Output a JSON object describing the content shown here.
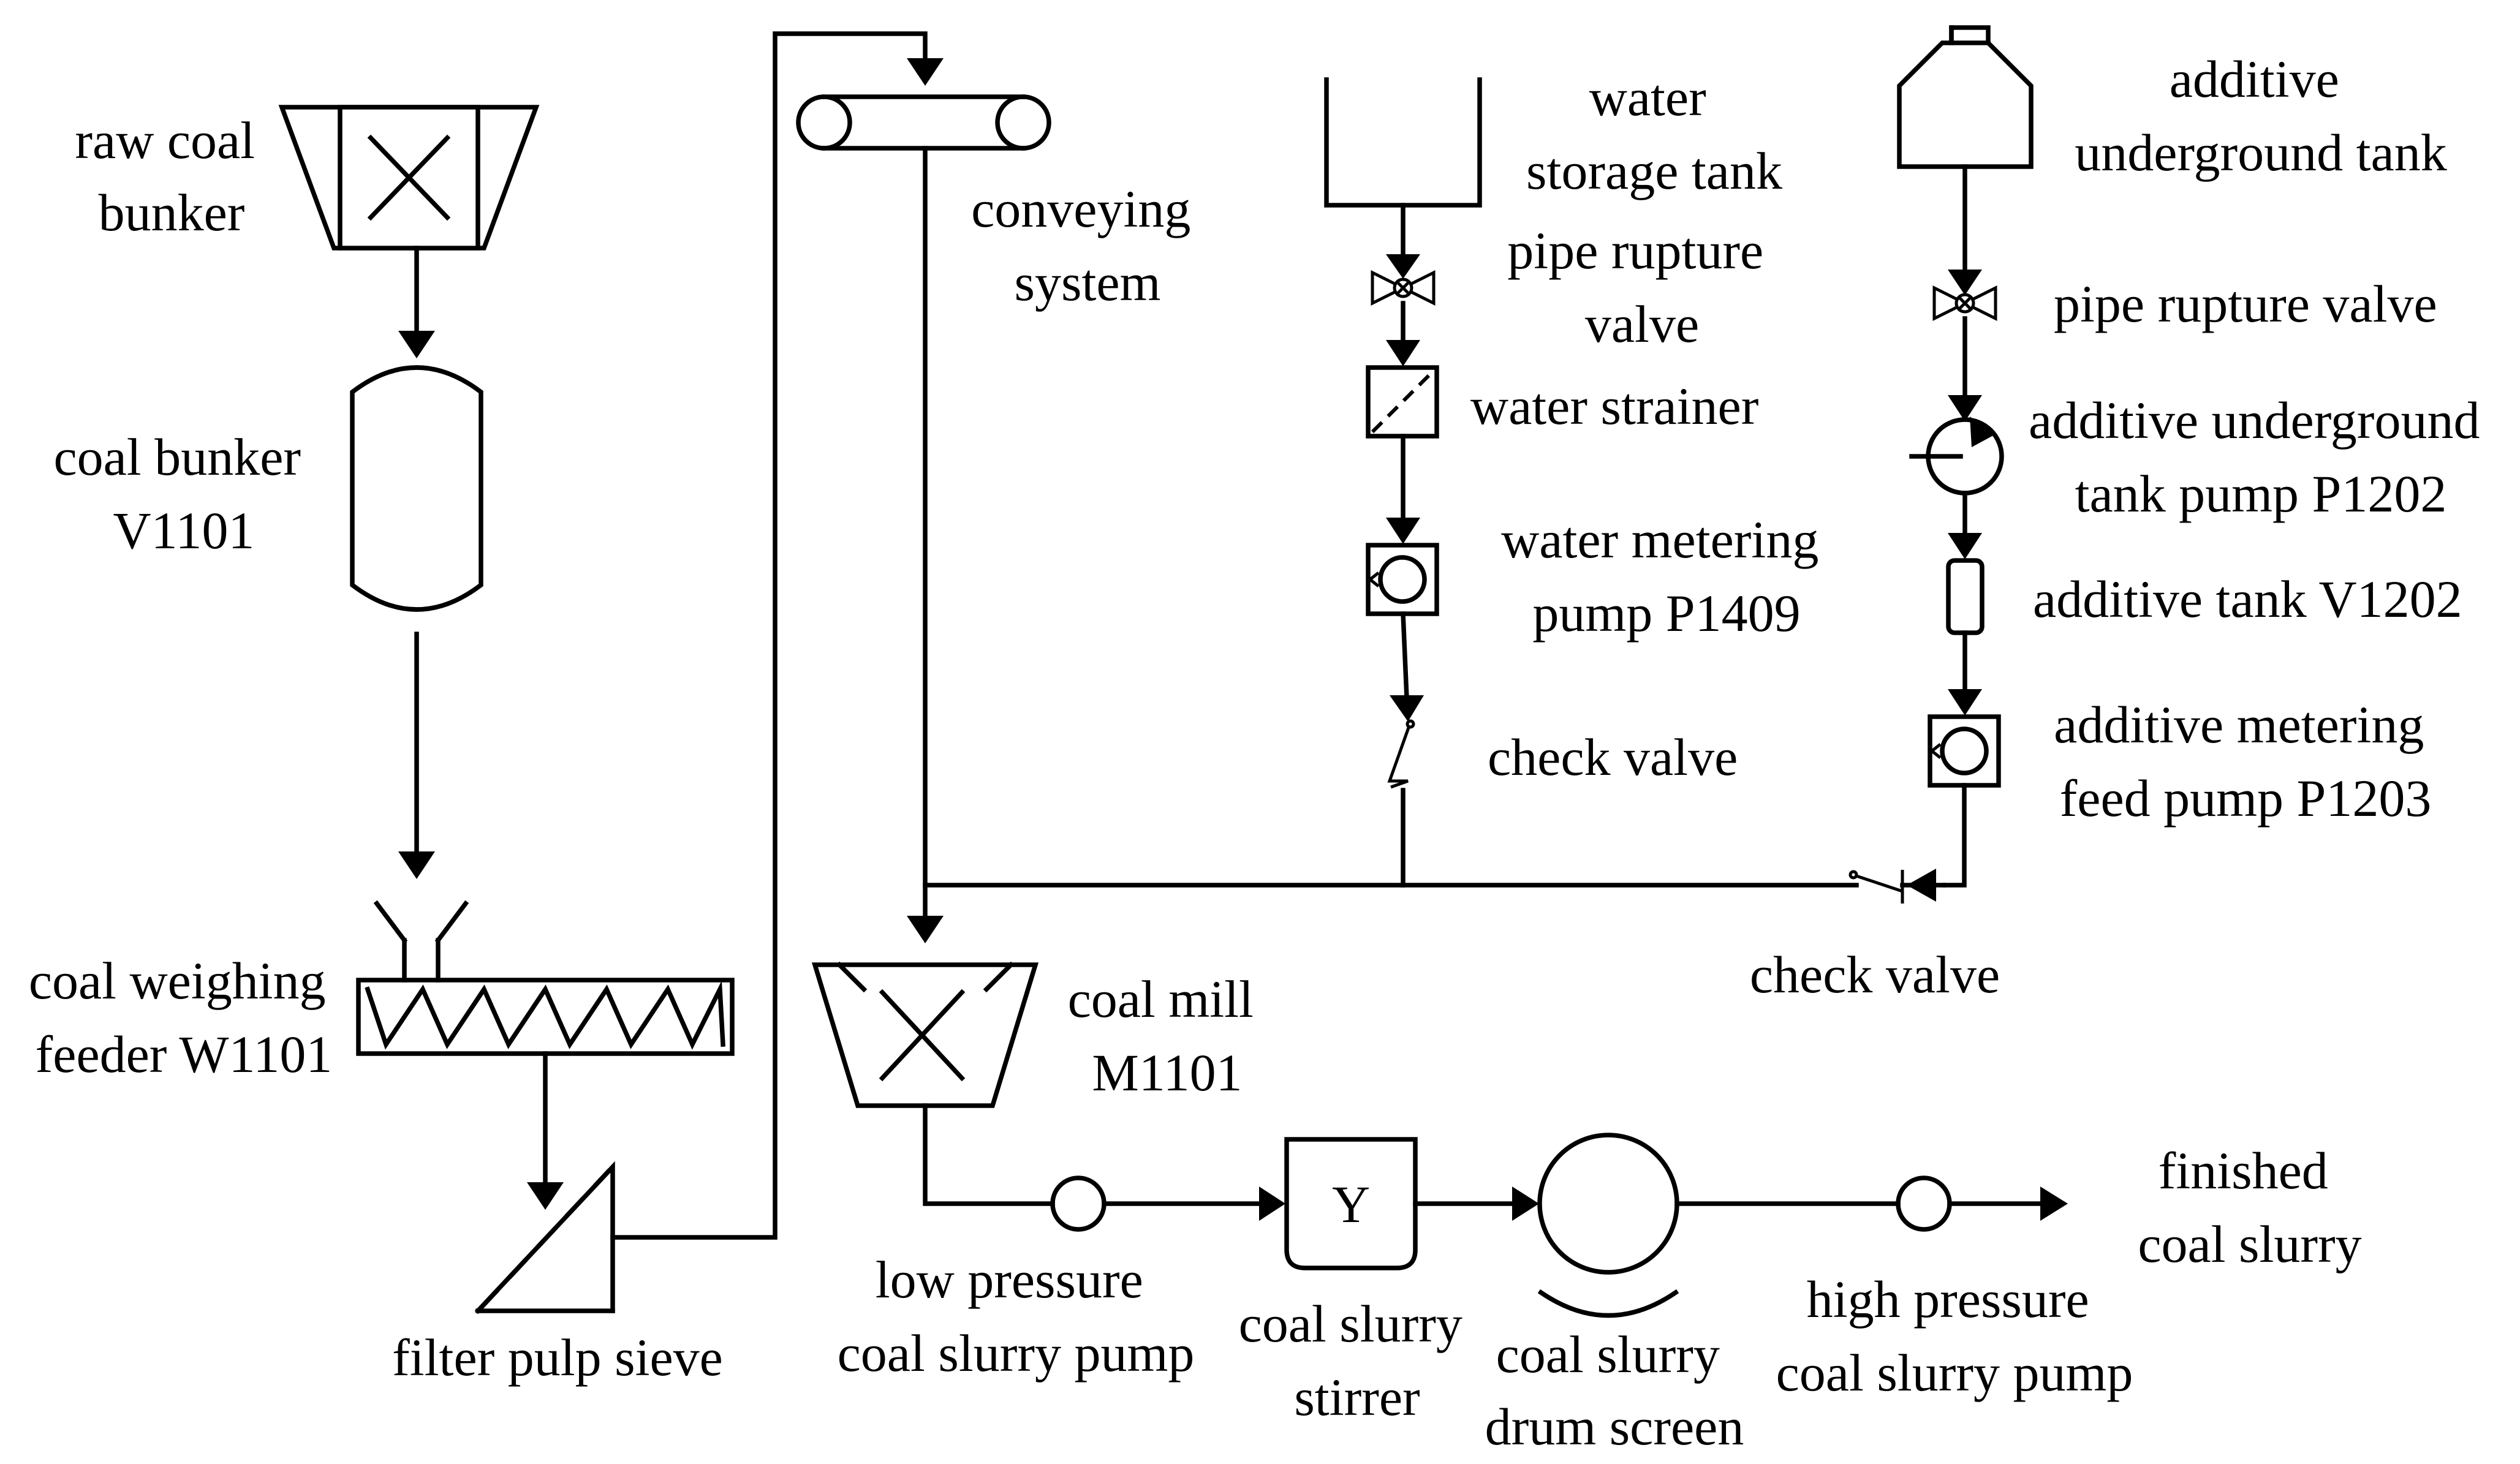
{
  "labels": {
    "raw_coal_bunker": [
      "raw coal",
      "bunker"
    ],
    "coal_bunker": [
      "coal bunker",
      "V1101"
    ],
    "coal_weighing_feeder": [
      "coal weighing",
      "feeder W1101"
    ],
    "filter_pulp_sieve": [
      "filter pulp sieve"
    ],
    "conveying_system": [
      "conveying",
      "system"
    ],
    "water_storage_tank": [
      "water",
      "storage tank"
    ],
    "water_pipe_rupture_valve": [
      "pipe rupture",
      "valve"
    ],
    "water_strainer": [
      "water strainer"
    ],
    "water_metering_pump": [
      "water metering",
      "pump P1409"
    ],
    "water_check_valve": [
      "check valve"
    ],
    "additive_underground_tank": [
      "additive",
      "underground tank"
    ],
    "additive_pipe_rupture_valve": [
      "pipe rupture valve"
    ],
    "additive_underground_tank_pump": [
      "additive underground",
      "tank pump P1202"
    ],
    "additive_tank": [
      "additive tank V1202"
    ],
    "additive_metering_feed_pump": [
      "additive metering",
      "feed pump P1203"
    ],
    "additive_check_valve": [
      "check valve"
    ],
    "coal_mill": [
      "coal mill",
      "M1101"
    ],
    "low_pressure_pump": [
      "low pressure",
      "coal slurry pump"
    ],
    "coal_slurry_stirrer": [
      "coal slurry",
      "stirrer"
    ],
    "stirrer_symbol": "Y",
    "drum_screen": [
      "coal slurry",
      "drum screen"
    ],
    "high_pressure_pump": [
      "high pressure",
      "coal slurry pump"
    ],
    "finished_coal_slurry": [
      "finished",
      "coal slurry"
    ]
  }
}
